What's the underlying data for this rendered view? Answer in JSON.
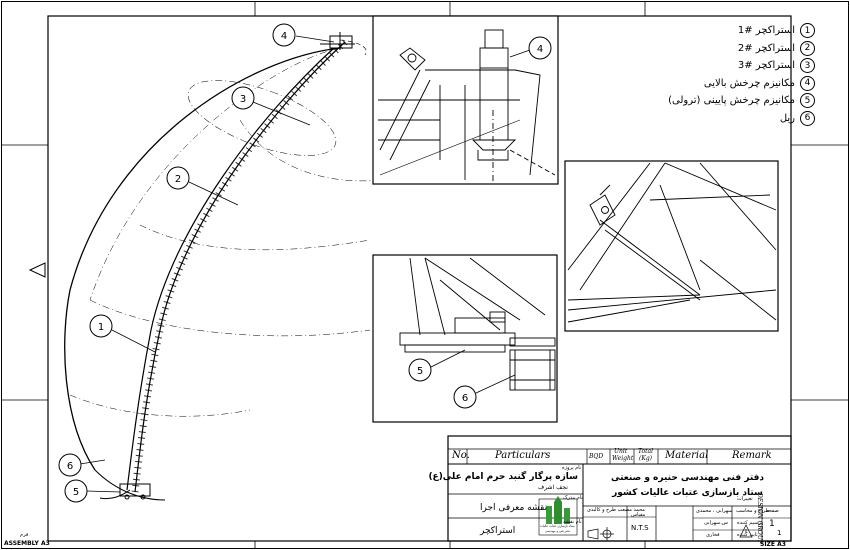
{
  "legend": [
    {
      "num": "1",
      "text": "استراکچر #1"
    },
    {
      "num": "2",
      "text": "استراکچر #2"
    },
    {
      "num": "3",
      "text": "استراکچر #3"
    },
    {
      "num": "4",
      "text": "مکانیزم چرخش بالایی"
    },
    {
      "num": "5",
      "text": "مکانیزم چرخش پایینی (ترولی)"
    },
    {
      "num": "6",
      "text": "ریل"
    }
  ],
  "balloons": {
    "b1": "1",
    "b2": "2",
    "b3": "3",
    "b4": "4",
    "b5": "5",
    "b6": "6",
    "d4": "4",
    "d5": "5",
    "d6": "6"
  },
  "title_block": {
    "header": {
      "no": "No.",
      "particulars": "Particulars",
      "bqd": "BQD",
      "unit_weight_1": "Unit",
      "unit_weight_2": "Weight",
      "total_kg_1": "Total",
      "total_kg_2": "(Kg)",
      "material": "Material",
      "remark": "Remark"
    },
    "project_label": "نام پروژه",
    "project_name": "سازه پرگار گنبد حرم امام علی(ع)",
    "location": "نجف اشرف",
    "drawing_name_label": "نام مدرک",
    "drawing_name": "نقشه معرفی اجرا",
    "sheet_title_label": "نام نقشه",
    "sheet_title": "استراکچر",
    "office_line1": "دفتر فنی مهندسی حنیره و صنعتی",
    "office_line2": "ستاد بازسازی عتبات عالیات کشور",
    "company_name": "ستاد بازسازی عتبات عالیات",
    "company_sub": "دفتر فنی و مهندسی",
    "designer_label": "محمد مصعب طرح و کالبدی",
    "scale_label": "مقیاس",
    "scale_value": "N.T.S",
    "designer_role": "طراح و محاسب",
    "designer_names": "سهرابی ، محمدی",
    "drafter_role": "ترسیم کننده",
    "drafter_name": "س.سهرابی",
    "checker_role": "تایید کننده",
    "checker_name": "فخاری",
    "revision_label": "تغییرات",
    "sheet_label": "صفحه",
    "sheet_num": "1",
    "sheet_den": "1",
    "sheet_caption": "DESIGN GROUP"
  },
  "corners": {
    "bottom_left_label": "ASSEMBLY A3",
    "bottom_left_fa": "فرم",
    "bottom_right_label": "SIZE A3"
  }
}
